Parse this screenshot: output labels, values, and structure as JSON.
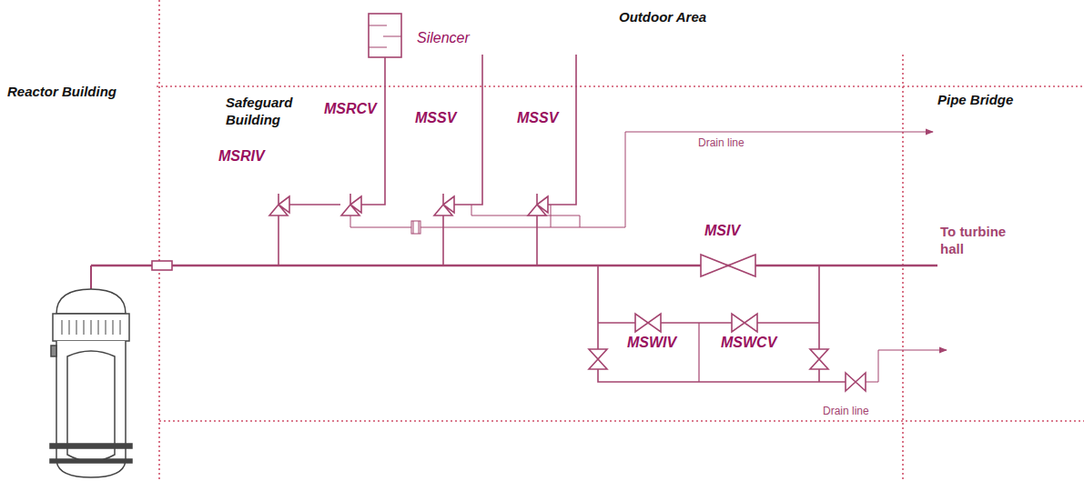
{
  "diagram": {
    "labels": [
      "Reactor Building",
      "Safeguard Building",
      "Outdoor Area",
      "Pipe Bridge",
      "Silencer",
      "MSRIV",
      "MSRCV",
      "MSSV",
      "MSSV",
      "Drain line",
      "MSIV",
      "To turbine hall",
      "MSWIV",
      "MSWCV",
      "Drain line"
    ]
  }
}
